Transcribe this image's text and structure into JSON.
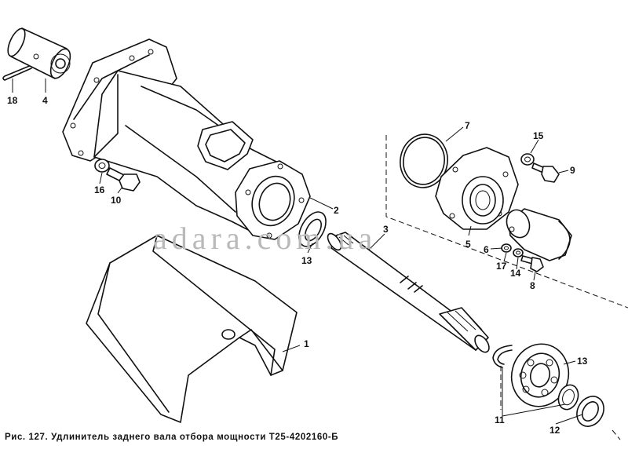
{
  "watermark": "adara.com.ua",
  "caption": "Рис. 127. Удлинитель заднего вала отбора мощности Т25-4202160-Б",
  "callouts": {
    "c1": "1",
    "c2": "2",
    "c3": "3",
    "c4": "4",
    "c5": "5",
    "c6": "6",
    "c7": "7",
    "c8": "8",
    "c9": "9",
    "c10": "10",
    "c11": "11",
    "c12": "12",
    "c13a": "13",
    "c13b": "13",
    "c14": "14",
    "c15": "15",
    "c16": "16",
    "c17": "17",
    "c18": "18"
  }
}
